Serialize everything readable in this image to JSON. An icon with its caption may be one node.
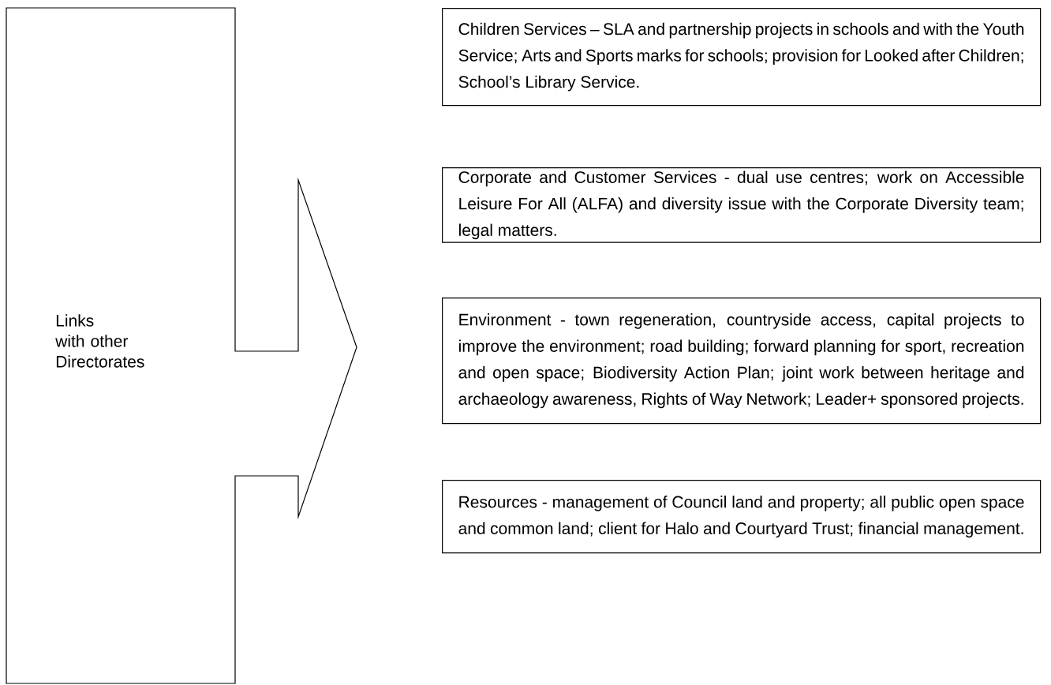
{
  "diagram": {
    "nodes": [
      {
        "text": [
          "Links with other Directorates"
        ]
      },
      {
        "text": [
          "Children Services – SLA and partnership projects in schools and with the Youth Service; Arts and Sports marks for schools; provision for Looked after Children; School’s Library Service."
        ]
      },
      {
        "text": [
          "Corporate and Customer Services - dual use centres; work on Accessible Leisure For All (ALFA) and diversity issue with the Corporate Diversity team; legal matters."
        ]
      },
      {
        "text": [
          "Environment - town regeneration, countryside access, capital projects to improve the environment; road building; forward planning for sport, recreation and open space; Biodiversity Action Plan; joint work between heritage and archaeology awareness, Rights of Way Network; Leader+ sponsored projects."
        ]
      },
      {
        "text": [
          "Resources - management of Council land and property; all public open space and common land;  client for Halo and Courtyard Trust; financial management."
        ]
      }
    ]
  }
}
